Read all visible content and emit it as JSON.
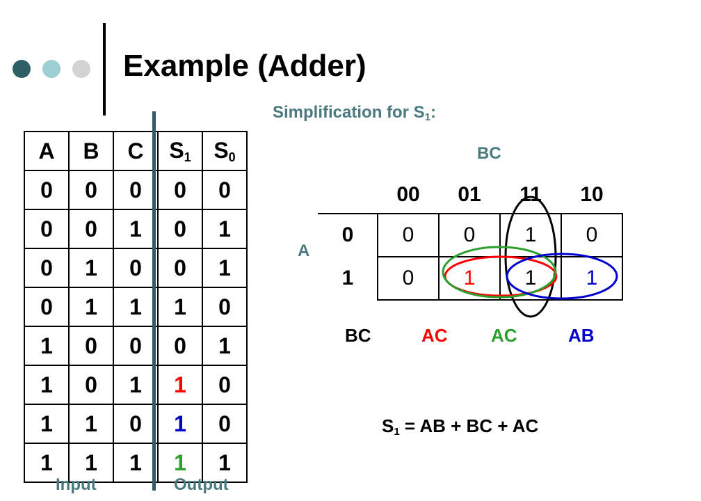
{
  "title": "Example (Adder)",
  "colors": {
    "dot1": "#2f5f66",
    "dot2": "#9ccfd2",
    "dot3": "#d3d3d3",
    "accent_text": "#4a7a80",
    "red": "#ff0000",
    "green": "#2ca02c",
    "blue": "#0000cc"
  },
  "truth_table": {
    "headers": [
      {
        "main": "A",
        "sub": ""
      },
      {
        "main": "B",
        "sub": ""
      },
      {
        "main": "C",
        "sub": ""
      },
      {
        "main": "S",
        "sub": "1"
      },
      {
        "main": "S",
        "sub": "0"
      }
    ],
    "rows": [
      [
        "0",
        "0",
        "0",
        "0",
        "0"
      ],
      [
        "0",
        "0",
        "1",
        "0",
        "1"
      ],
      [
        "0",
        "1",
        "0",
        "0",
        "1"
      ],
      [
        "0",
        "1",
        "1",
        "1",
        "0"
      ],
      [
        "1",
        "0",
        "0",
        "0",
        "1"
      ],
      [
        "1",
        "0",
        "1",
        "1",
        "0"
      ],
      [
        "1",
        "1",
        "0",
        "1",
        "0"
      ],
      [
        "1",
        "1",
        "1",
        "1",
        "1"
      ]
    ],
    "highlight": [
      {
        "row": 5,
        "col": 3,
        "color": "red"
      },
      {
        "row": 6,
        "col": 3,
        "color": "blue"
      },
      {
        "row": 7,
        "col": 3,
        "color": "green"
      }
    ],
    "input_label": "Input",
    "output_label": "Output"
  },
  "kmap": {
    "caption_prefix": "Simplification for S",
    "caption_sub": "1",
    "caption_suffix": ":",
    "col_var": "BC",
    "row_var": "A",
    "col_headers": [
      "00",
      "01",
      "11",
      "10"
    ],
    "row_headers": [
      "0",
      "1"
    ],
    "cells": [
      [
        "0",
        "0",
        "1",
        "0"
      ],
      [
        "0",
        "1",
        "1",
        "1"
      ]
    ],
    "groups": [
      {
        "term": "BC",
        "color": "black"
      },
      {
        "term": "AC",
        "color": "red"
      },
      {
        "term": "AC",
        "color": "green"
      },
      {
        "term": "AB",
        "color": "blue"
      }
    ],
    "equation_lhs": "S",
    "equation_sub": "1",
    "equation_rhs": " = AB + BC + AC"
  }
}
